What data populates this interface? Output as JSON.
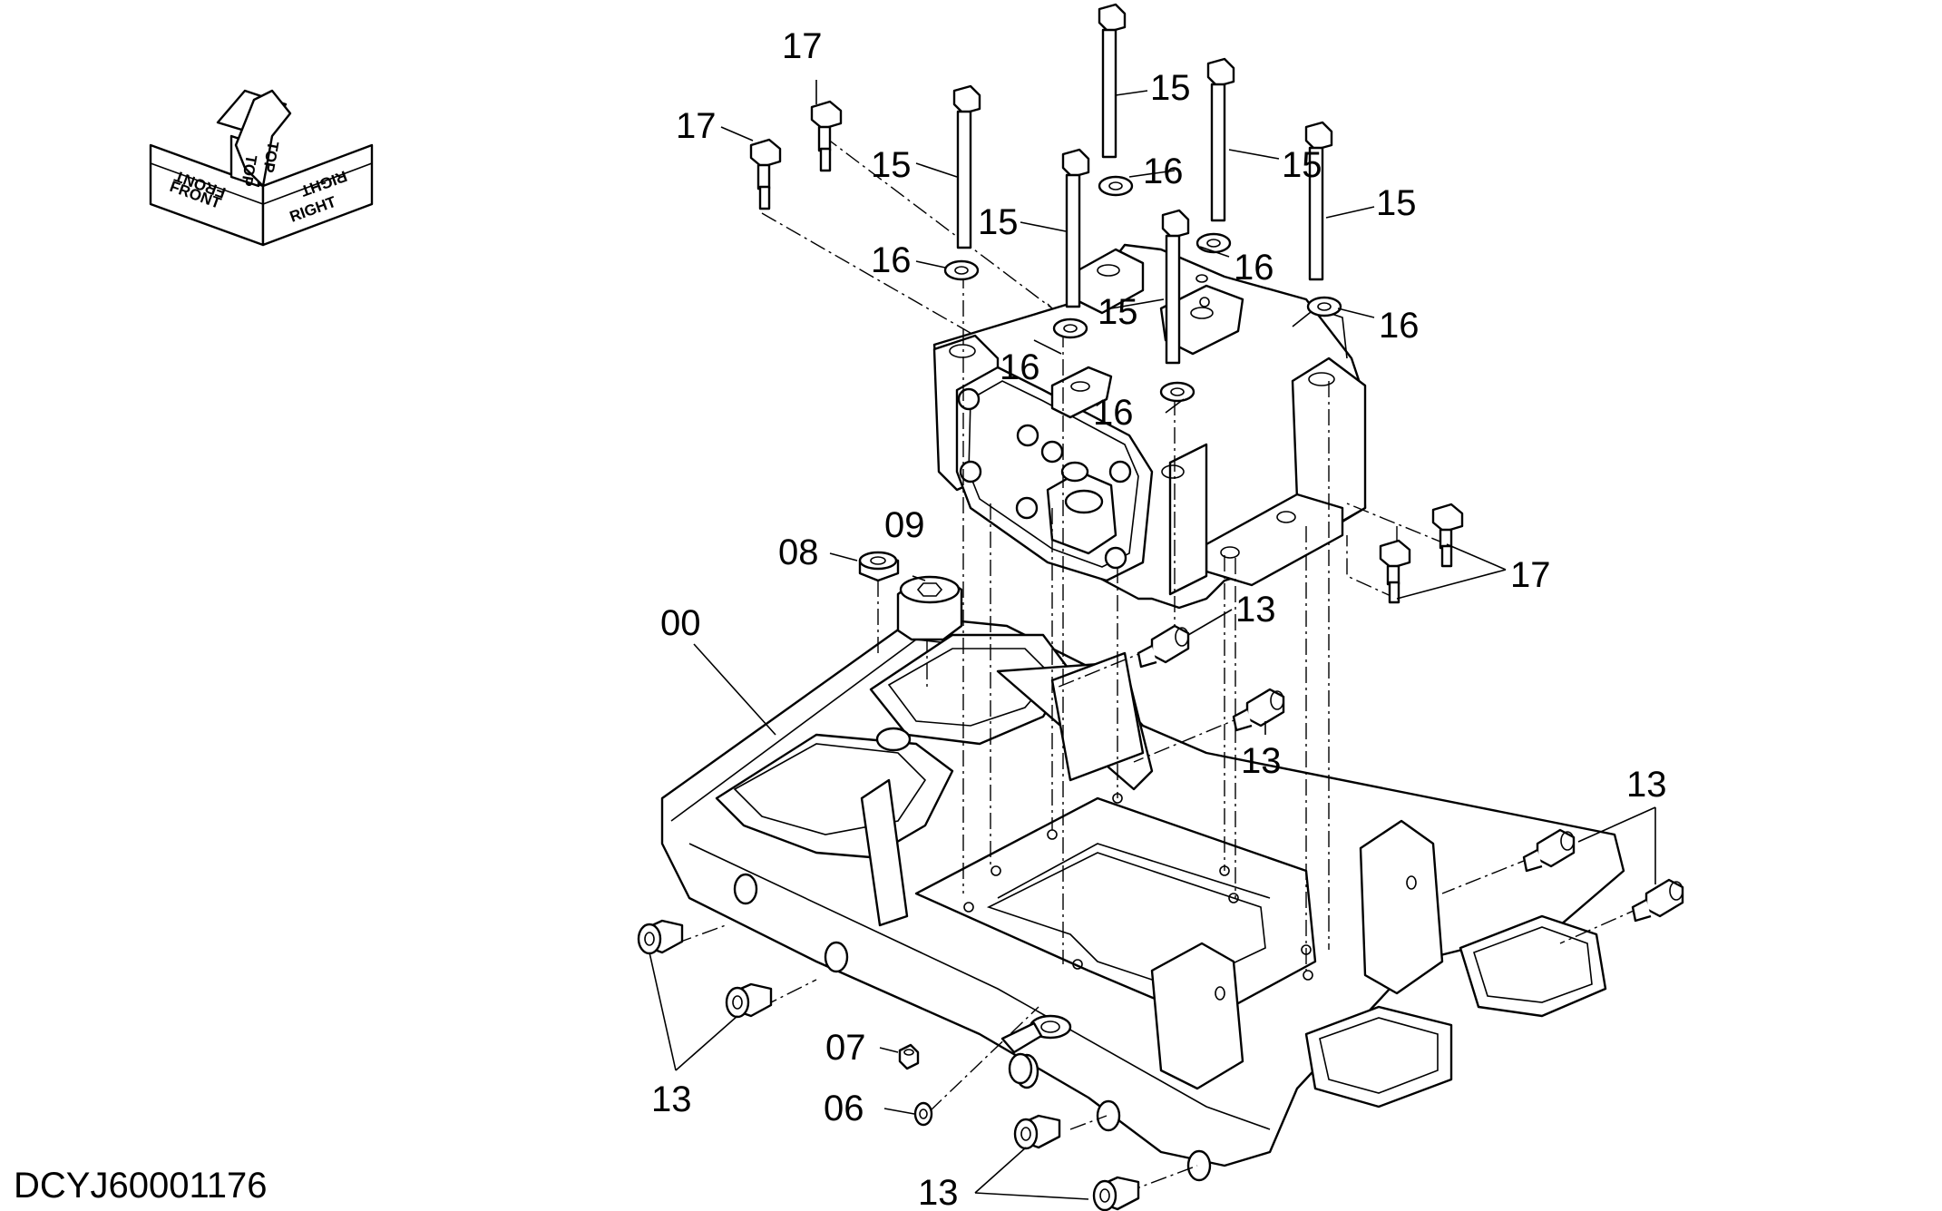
{
  "drawing_number": "DCYJ60001176",
  "orientation": {
    "front": "FRONT",
    "top": "TOP",
    "right": "RIGHT"
  },
  "callouts": [
    {
      "id": "c17a",
      "text": "17"
    },
    {
      "id": "c17b",
      "text": "17"
    },
    {
      "id": "c17c",
      "text": "17"
    },
    {
      "id": "c15a",
      "text": "15"
    },
    {
      "id": "c15b",
      "text": "15"
    },
    {
      "id": "c15c",
      "text": "15"
    },
    {
      "id": "c15d",
      "text": "15"
    },
    {
      "id": "c15e",
      "text": "15"
    },
    {
      "id": "c15f",
      "text": "15"
    },
    {
      "id": "c16a",
      "text": "16"
    },
    {
      "id": "c16b",
      "text": "16"
    },
    {
      "id": "c16c",
      "text": "16"
    },
    {
      "id": "c16d",
      "text": "16"
    },
    {
      "id": "c16e",
      "text": "16"
    },
    {
      "id": "c16f",
      "text": "16"
    },
    {
      "id": "c09",
      "text": "09"
    },
    {
      "id": "c08",
      "text": "08"
    },
    {
      "id": "c00",
      "text": "00"
    },
    {
      "id": "c13a",
      "text": "13"
    },
    {
      "id": "c13b",
      "text": "13"
    },
    {
      "id": "c13c",
      "text": "13"
    },
    {
      "id": "c13d",
      "text": "13"
    },
    {
      "id": "c13e",
      "text": "13"
    },
    {
      "id": "c07",
      "text": "07"
    },
    {
      "id": "c06",
      "text": "06"
    }
  ]
}
